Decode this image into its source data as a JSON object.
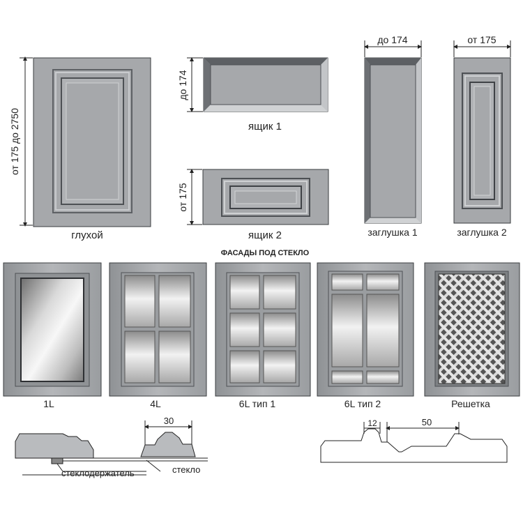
{
  "colors": {
    "panel": "#a6a8ab",
    "panel_light": "#c3c5c8",
    "panel_dark": "#5d6064",
    "outline": "#3a3c3f",
    "glass_light": "#f2f2f2",
    "glass_mid": "#bdbdbd",
    "glass_dark": "#6e6e6e"
  },
  "solid_facades": [
    {
      "name": "глухой",
      "dim_label": "от 175 до 2750"
    },
    {
      "name": "ящик 1",
      "dim_label": "до 174"
    },
    {
      "name": "ящик 2",
      "dim_label": "от 175"
    },
    {
      "name": "заглушка 1",
      "dim_label": "до 174"
    },
    {
      "name": "заглушка 2",
      "dim_label": "от 175"
    }
  ],
  "glass_section_title": "ФАСАДЫ ПОД СТЕКЛО",
  "glass_facades": [
    {
      "name": "1L",
      "type": "single-pane"
    },
    {
      "name": "4L",
      "type": "grid-2x2"
    },
    {
      "name": "6L тип 1",
      "type": "grid-2x3"
    },
    {
      "name": "6L тип 2",
      "type": "grid-2x3-split"
    },
    {
      "name": "Решетка",
      "type": "lattice"
    }
  ],
  "profiles": {
    "left": {
      "dimension": "30",
      "callout_holder": "стеклодержатель",
      "callout_glass": "стекло"
    },
    "right": {
      "dimension_small": "12",
      "dimension_large": "50"
    }
  }
}
